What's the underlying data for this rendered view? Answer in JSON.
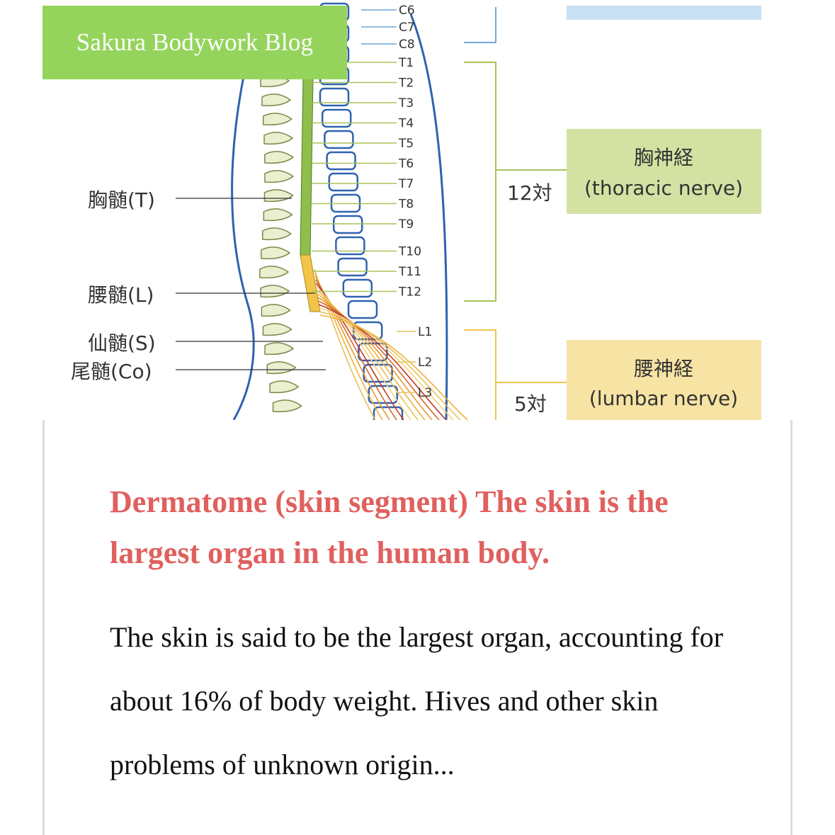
{
  "blog": {
    "name": "Sakura Bodywork Blog"
  },
  "diagram": {
    "thoracic_labels": [
      "T1",
      "T2",
      "T3",
      "T4",
      "T5",
      "T6",
      "T7",
      "T8",
      "T9",
      "T10",
      "T11",
      "T12"
    ],
    "lumbar_labels": [
      "L1",
      "L2",
      "L3"
    ],
    "cervical_labels": [
      "C6",
      "C7",
      "C8"
    ],
    "left_labels": {
      "thoracic_cord": "胸髄(T)",
      "lumbar_cord": "腰髄(L)",
      "sacral_cord": "仙髄(S)",
      "coccygeal_cord": "尾髄(Co)"
    },
    "thoracic_box": {
      "jp": "胸神経",
      "en": "(thoracic nerve)",
      "pairs": "12対",
      "color": "#d3e2a3"
    },
    "lumbar_box": {
      "jp": "腰神経",
      "en": "(lumbar nerve)",
      "pairs": "5対",
      "color": "#f7e4a4"
    },
    "cervical_box_color": "#c9e0f4"
  },
  "post": {
    "title": "Dermatome (skin segment) The skin is the largest organ in the human body.",
    "excerpt": "The skin is said to be the largest organ, accounting for about 16% of body weight. Hives and other skin problems of unknown origin..."
  }
}
